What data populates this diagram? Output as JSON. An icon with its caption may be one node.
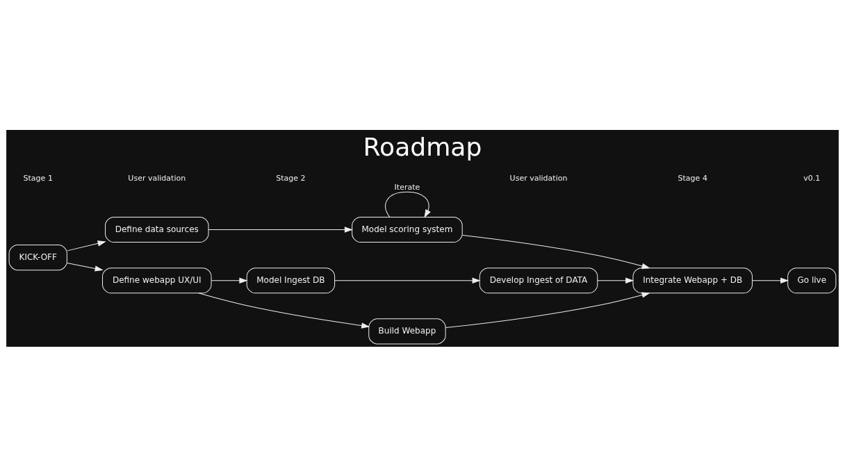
{
  "diagram": {
    "title": "Roadmap",
    "nodes": [
      {
        "text": [
          "KICK-OFF"
        ]
      },
      {
        "text": [
          "Define data sources"
        ]
      },
      {
        "text": [
          "Define webapp UX/UI"
        ]
      },
      {
        "text": [
          "Model scoring system"
        ]
      },
      {
        "text": [
          "Model Ingest DB"
        ]
      },
      {
        "text": [
          "Develop Ingest of DATA"
        ]
      },
      {
        "text": [
          "Build Webapp"
        ]
      },
      {
        "text": [
          "Integrate Webapp + DB"
        ]
      },
      {
        "text": [
          "Go live"
        ]
      }
    ],
    "edges": [
      {
        "from": 0,
        "to": 1,
        "arrow": "to"
      },
      {
        "from": 0,
        "to": 2,
        "arrow": "to"
      },
      {
        "from": 1,
        "to": 3,
        "arrow": "to"
      },
      {
        "from": 3,
        "to": 3,
        "arrow": "to",
        "label": "Iterate"
      },
      {
        "from": 2,
        "to": 4,
        "arrow": "to"
      },
      {
        "from": 2,
        "to": 6,
        "arrow": "to"
      },
      {
        "from": 4,
        "to": 5,
        "arrow": "to"
      },
      {
        "from": 3,
        "to": 7,
        "arrow": "to"
      },
      {
        "from": 5,
        "to": 7,
        "arrow": "to"
      },
      {
        "from": 6,
        "to": 7,
        "arrow": "to"
      },
      {
        "from": 7,
        "to": 8,
        "arrow": "to"
      }
    ],
    "labels": [
      "Stage 1",
      "User validation",
      "Stage 2",
      "User validation",
      "Stage 4",
      "v0.1"
    ]
  }
}
